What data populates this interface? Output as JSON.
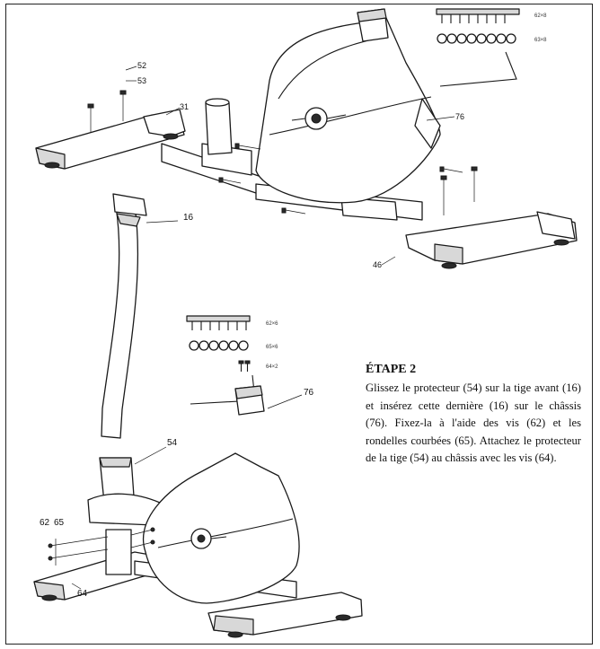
{
  "step": {
    "title": "ÉTAPE 2",
    "text": "Glissez le protecteur (54) sur la tige avant (16) et insérez cette dernière (16) sur le châssis (76). Fixez-la à l'aide des vis (62) et les rondelles courbées (65). Attachez le protecteur de la tige (54) au châssis avec les vis (64)."
  },
  "hardware_top": {
    "bolts": "62×8",
    "washers": "63×8"
  },
  "hardware_mid": {
    "bolts": "62×6",
    "washers": "65×6",
    "screws": "64×2"
  },
  "parts": {
    "p31": "31",
    "p52": "52",
    "p53": "53",
    "p76_top": "76",
    "p16": "16",
    "p46": "46",
    "p54": "54",
    "p76_bottom": "76",
    "p62": "62",
    "p65": "65",
    "p64": "64"
  },
  "icons": [
    "bolt-icon",
    "washer-icon",
    "screw-icon",
    "allen-key-icon"
  ]
}
